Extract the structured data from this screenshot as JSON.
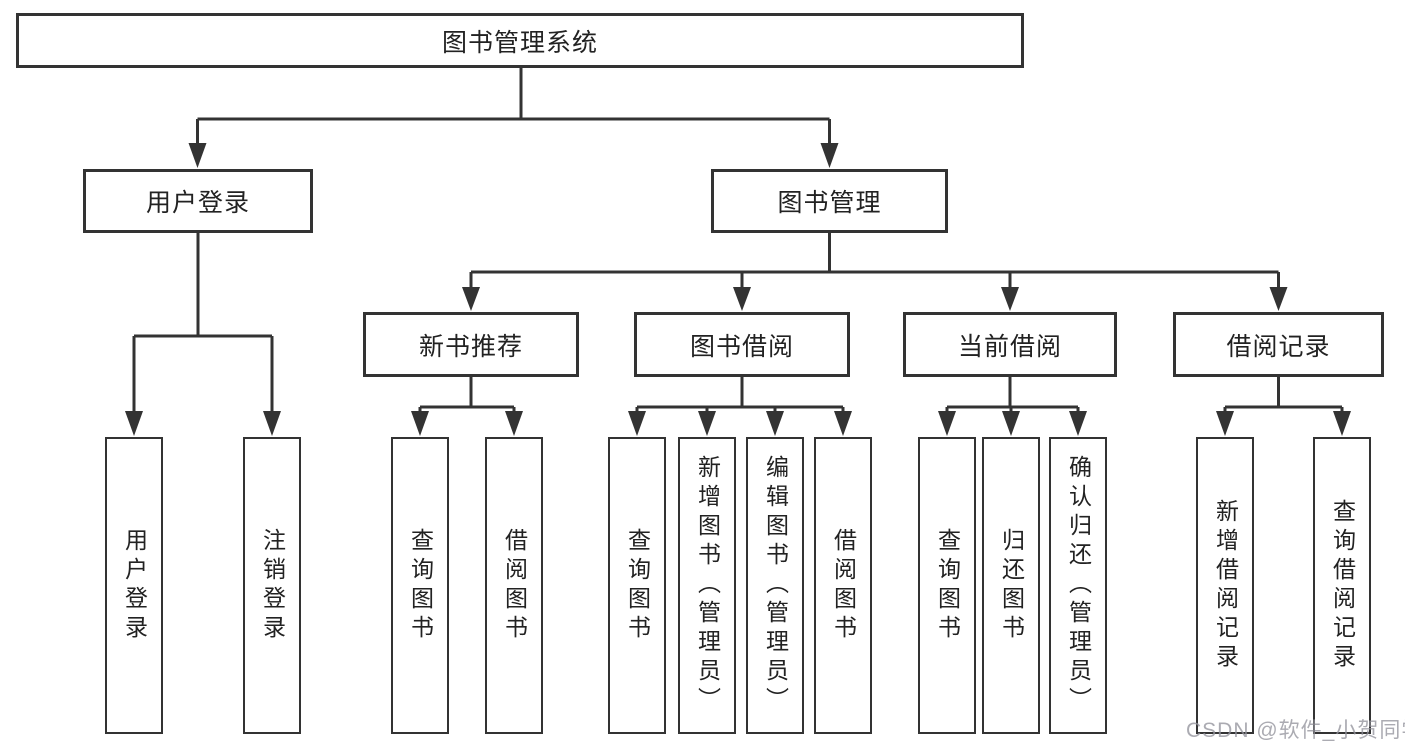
{
  "tree": {
    "root": {
      "label": "图书管理系统"
    },
    "branches": [
      {
        "label": "用户登录",
        "leaves": [
          {
            "label": "用户登录"
          },
          {
            "label": "注销登录"
          }
        ]
      },
      {
        "label": "图书管理",
        "groups": [
          {
            "label": "新书推荐",
            "leaves": [
              {
                "label": "查询图书"
              },
              {
                "label": "借阅图书"
              }
            ]
          },
          {
            "label": "图书借阅",
            "leaves": [
              {
                "label": "查询图书"
              },
              {
                "label": "新增图书（管理员）"
              },
              {
                "label": "编辑图书（管理员）"
              },
              {
                "label": "借阅图书"
              }
            ]
          },
          {
            "label": "当前借阅",
            "leaves": [
              {
                "label": "查询图书"
              },
              {
                "label": "归还图书"
              },
              {
                "label": "确认归还（管理员）"
              }
            ]
          },
          {
            "label": "借阅记录",
            "leaves": [
              {
                "label": "新增借阅记录"
              },
              {
                "label": "查询借阅记录"
              }
            ]
          }
        ]
      }
    ]
  },
  "watermark": {
    "text": "CSDN @软件_小贺同学"
  },
  "colors": {
    "line": "#333333",
    "box_border": "#333333",
    "text": "#222222",
    "watermark": "#94949c",
    "background": "#ffffff"
  }
}
